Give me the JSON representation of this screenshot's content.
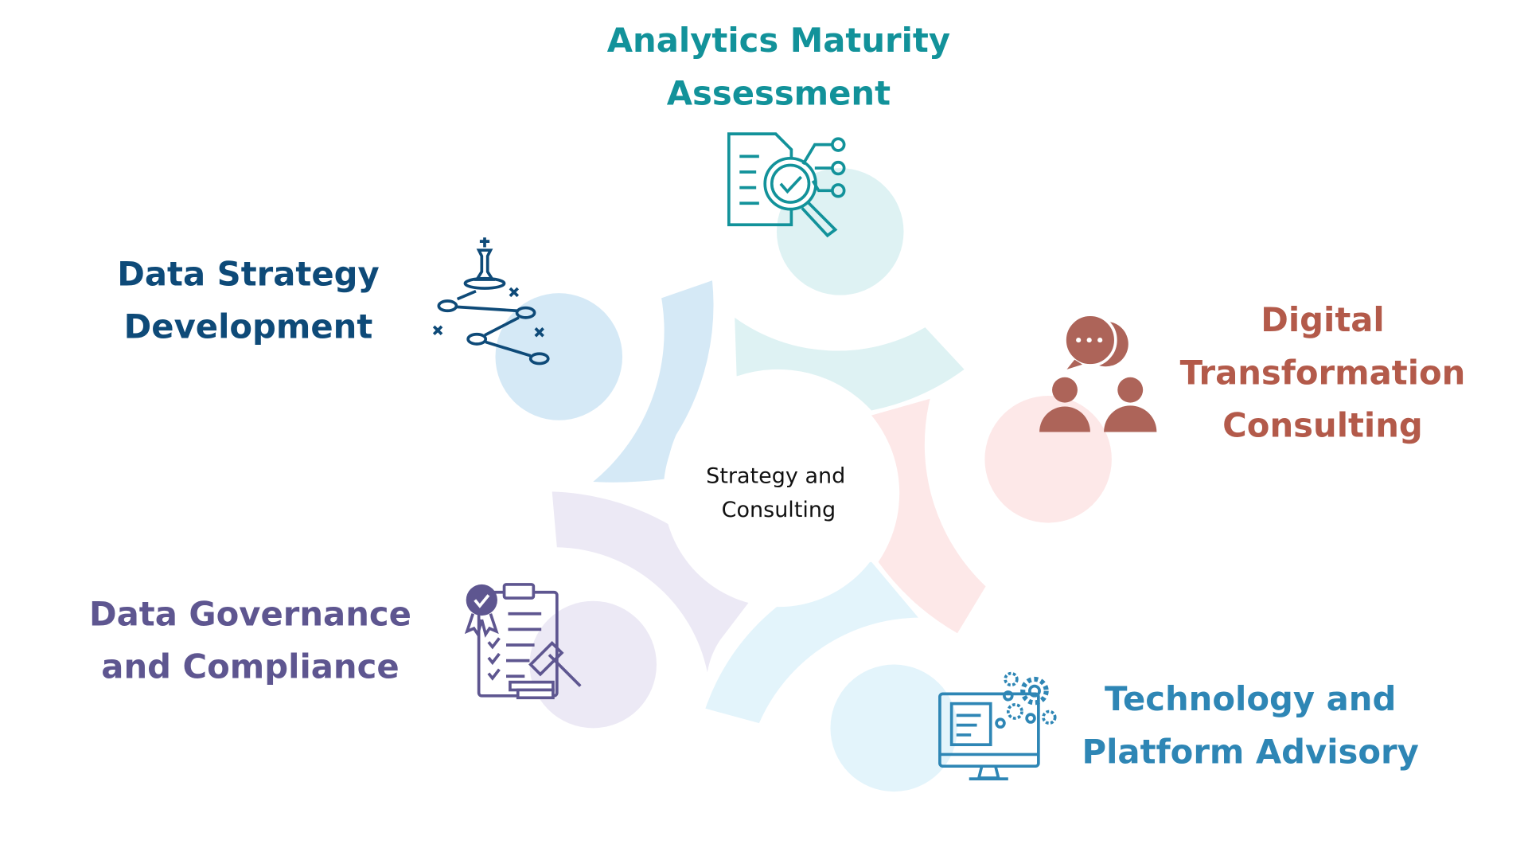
{
  "center": {
    "line1": "Strategy and",
    "line2": "Consulting"
  },
  "nodes": [
    {
      "line1": "Analytics Maturity",
      "line2": "Assessment",
      "color": "#12929a",
      "icon": "document-magnifier-icon"
    },
    {
      "line1": "Data Strategy",
      "line2": "Development",
      "color": "#0e4a78",
      "icon": "chess-strategy-icon"
    },
    {
      "line1": "Digital",
      "line2": "Transformation",
      "line3": "Consulting",
      "color": "#b35a4a",
      "icon": "people-chat-icon"
    },
    {
      "line1": "Data Governance",
      "line2": "and Compliance",
      "color": "#5e5690",
      "icon": "clipboard-gavel-icon"
    },
    {
      "line1": "Technology and",
      "line2": "Platform Advisory",
      "color": "#2e86b5",
      "icon": "monitor-gears-icon"
    }
  ]
}
